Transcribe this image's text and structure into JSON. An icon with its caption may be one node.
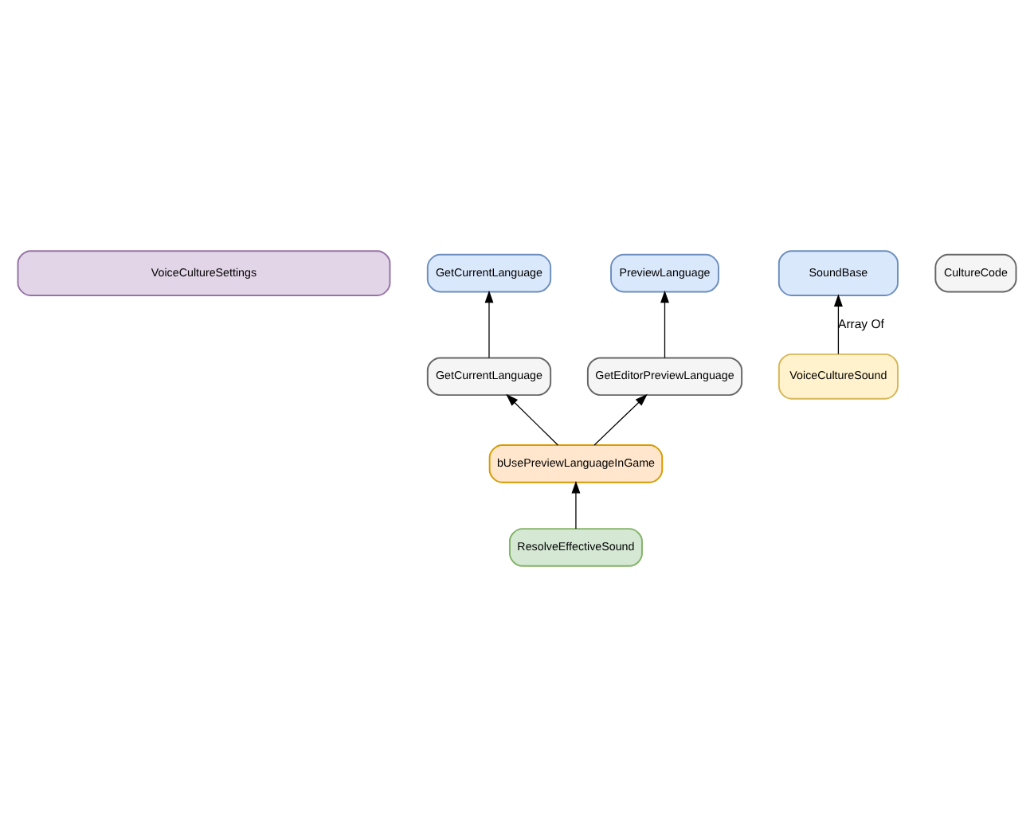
{
  "diagram": {
    "nodes": [
      {
        "text": [
          "VoiceCultureSettings"
        ]
      },
      {
        "text": [
          "GetCurrentLanguage"
        ]
      },
      {
        "text": [
          "PreviewLanguage"
        ]
      },
      {
        "text": [
          "GetCurrentLanguage"
        ]
      },
      {
        "text": [
          "GetEditorPreviewLanguage"
        ]
      },
      {
        "text": [
          "bUsePreviewLanguageInGame"
        ]
      },
      {
        "text": [
          "ResolveEffectiveSound"
        ]
      },
      {
        "text": [
          "VoiceCultureSound"
        ]
      },
      {
        "text": [
          "SoundBase"
        ]
      },
      {
        "text": [
          "CultureCode"
        ]
      }
    ],
    "edges": [
      {
        "from": 3,
        "to": 1,
        "arrow": "to"
      },
      {
        "from": 4,
        "to": 2,
        "arrow": "to"
      },
      {
        "from": 5,
        "to": 3,
        "arrow": "to"
      },
      {
        "from": 5,
        "to": 4,
        "arrow": "to"
      },
      {
        "from": 6,
        "to": 5,
        "arrow": "to"
      },
      {
        "from": 7,
        "to": 8,
        "arrow": "to",
        "label": "Array Of"
      }
    ]
  }
}
